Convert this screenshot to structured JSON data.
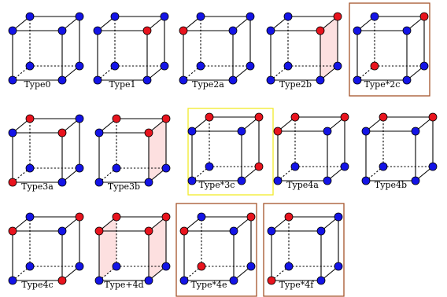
{
  "colors": {
    "red": "#e8141e",
    "blue": "#1414e6",
    "face": "#fde0e0",
    "frame_brown": "#a5532a",
    "frame_yellow": "#f2ea2a"
  },
  "vertex_order": [
    "front-bottom-left",
    "front-bottom-right",
    "front-top-right",
    "front-top-left",
    "back-bottom-left",
    "back-bottom-right",
    "back-top-right",
    "back-top-left"
  ],
  "cubes": [
    {
      "label": "Type0",
      "vertices": [
        "blue",
        "blue",
        "blue",
        "blue",
        "blue",
        "blue",
        "blue",
        "blue"
      ],
      "shaded_faces": [],
      "frame": "none"
    },
    {
      "label": "Type1",
      "vertices": [
        "blue",
        "blue",
        "red",
        "blue",
        "blue",
        "blue",
        "blue",
        "blue"
      ],
      "shaded_faces": [],
      "frame": "none"
    },
    {
      "label": "Type2a",
      "vertices": [
        "blue",
        "blue",
        "blue",
        "red",
        "blue",
        "blue",
        "blue",
        "blue"
      ],
      "shaded_faces": [],
      "frame": "none"
    },
    {
      "label": "Type2b",
      "vertices": [
        "blue",
        "blue",
        "red",
        "blue",
        "blue",
        "blue",
        "red",
        "blue"
      ],
      "shaded_faces": [
        "right"
      ],
      "frame": "none"
    },
    {
      "label": "Type*2c",
      "vertices": [
        "blue",
        "blue",
        "blue",
        "blue",
        "red",
        "blue",
        "red",
        "blue"
      ],
      "shaded_faces": [],
      "frame": "brown"
    },
    {
      "label": "Type3a",
      "vertices": [
        "red",
        "blue",
        "red",
        "blue",
        "blue",
        "blue",
        "blue",
        "red"
      ],
      "shaded_faces": [],
      "frame": "none"
    },
    {
      "label": "Type3b",
      "vertices": [
        "blue",
        "blue",
        "red",
        "blue",
        "blue",
        "blue",
        "red",
        "red"
      ],
      "shaded_faces": [
        "right"
      ],
      "frame": "none"
    },
    {
      "label": "Type*3c",
      "vertices": [
        "blue",
        "blue",
        "blue",
        "blue",
        "blue",
        "red",
        "red",
        "red"
      ],
      "shaded_faces": [],
      "frame": "yellow"
    },
    {
      "label": "Type4a",
      "vertices": [
        "blue",
        "blue",
        "blue",
        "red",
        "blue",
        "blue",
        "red",
        "red"
      ],
      "shaded_faces": [],
      "frame": "none"
    },
    {
      "label": "Type4b",
      "vertices": [
        "blue",
        "blue",
        "blue",
        "blue",
        "blue",
        "blue",
        "red",
        "red"
      ],
      "shaded_faces": [],
      "frame": "none"
    },
    {
      "label": "Type4c",
      "vertices": [
        "blue",
        "red",
        "blue",
        "red",
        "blue",
        "blue",
        "red",
        "blue"
      ],
      "shaded_faces": [],
      "frame": "none"
    },
    {
      "label": "Type+4d",
      "vertices": [
        "blue",
        "blue",
        "red",
        "red",
        "blue",
        "blue",
        "red",
        "red"
      ],
      "shaded_faces": [
        "left",
        "right"
      ],
      "frame": "none"
    },
    {
      "label": "Type*4e",
      "vertices": [
        "blue",
        "blue",
        "blue",
        "red",
        "red",
        "blue",
        "red",
        "blue"
      ],
      "shaded_faces": [],
      "frame": "brown"
    },
    {
      "label": "Type*4f",
      "vertices": [
        "red",
        "blue",
        "blue",
        "blue",
        "blue",
        "blue",
        "blue",
        "red"
      ],
      "shaded_faces": [],
      "frame": "brown"
    }
  ]
}
